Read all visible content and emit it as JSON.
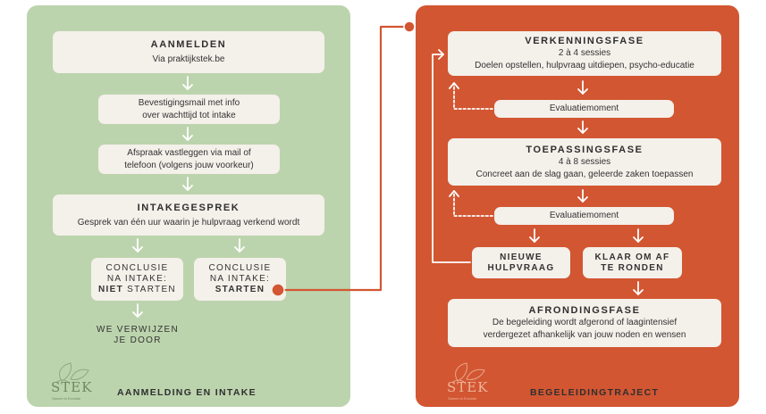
{
  "left_panel": {
    "aanmelden": {
      "title": "AANMELDEN",
      "text": "Via praktijkstek.be"
    },
    "bevestiging": {
      "line1": "Bevestigingsmail met info",
      "line2": "over wachttijd tot intake"
    },
    "afspraak": {
      "line1": "Afspraak vastleggen via mail of",
      "line2": "telefoon (volgens jouw voorkeur)"
    },
    "intakegesprek": {
      "title": "INTAKEGESPREK",
      "text": "Gesprek van één uur waarin je hulpvraag verkend wordt"
    },
    "conclusie_niet": {
      "line1": "CONCLUSIE",
      "line2": "NA INTAKE:",
      "bold": "NIET",
      "rest": " STARTEN"
    },
    "conclusie_starten": {
      "line1": "CONCLUSIE",
      "line2": "NA INTAKE:",
      "bold": "STARTEN"
    },
    "doorverwijzen": {
      "line1": "WE VERWIJZEN",
      "line2": "JE DOOR"
    },
    "footer": "AANMELDING EN INTAKE"
  },
  "right_panel": {
    "verkenningsfase": {
      "title": "VERKENNINGSFASE",
      "line1": "2 à 4 sessies",
      "line2": "Doelen opstellen, hulpvraag uitdiepen, psycho-educatie"
    },
    "evaluatie1": "Evaluatiemoment",
    "toepassingsfase": {
      "title": "TOEPASSINGSFASE",
      "line1": "4 à 8 sessies",
      "line2": "Concreet aan de slag gaan, geleerde zaken toepassen"
    },
    "evaluatie2": "Evaluatiemoment",
    "nieuwe_hulpvraag": {
      "line1": "NIEUWE",
      "line2": "HULPVRAAG"
    },
    "klaar": {
      "line1": "KLAAR OM AF",
      "line2": "TE RONDEN"
    },
    "afrondingsfase": {
      "title": "AFRONDINGSFASE",
      "line1": "De begeleiding wordt afgerond of laagintensief",
      "line2": "verdergezet afhankelijk van jouw noden en wensen"
    },
    "footer": "BEGELEIDINGTRAJECT"
  },
  "logo": {
    "word": "STEK",
    "sub": "Samen in Evolutie"
  },
  "colors": {
    "left_bg": "#bcd4ad",
    "right_bg": "#d25632",
    "box": "#f4f0ea",
    "connector": "#d25632"
  }
}
